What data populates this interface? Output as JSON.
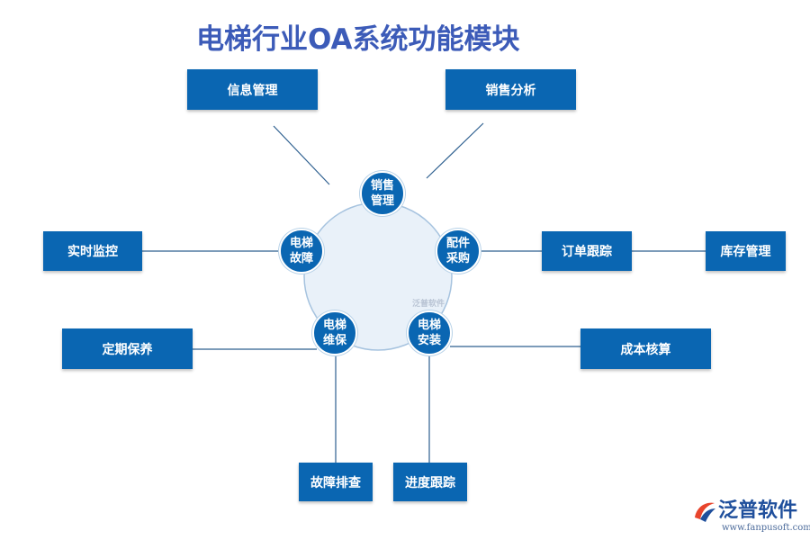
{
  "title": "电梯行业OA系统功能模块",
  "hub": {
    "nodes": {
      "sales_mgmt": "销售管理",
      "parts_purchase": "配件采购",
      "install": "电梯安装",
      "maintenance": "电梯维保",
      "fault": "电梯故障"
    }
  },
  "boxes": {
    "info_mgmt": "信息管理",
    "sales_analysis": "销售分析",
    "realtime_monitor": "实时监控",
    "order_track": "订单跟踪",
    "inventory": "库存管理",
    "periodic_maint": "定期保养",
    "cost_accounting": "成本核算",
    "fault_check": "故障排查",
    "progress_track": "进度跟踪"
  },
  "watermark": "泛普软件",
  "logo": {
    "name": "泛普软件",
    "url": "www.fanpusoft.com"
  }
}
